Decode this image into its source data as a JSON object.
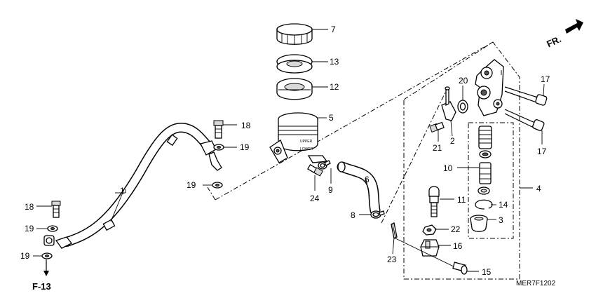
{
  "labels": {
    "p1": "1",
    "p2": "2",
    "p3": "3",
    "p4": "4",
    "p5": "5",
    "p6": "6",
    "p7": "7",
    "p8": "8",
    "p9": "9",
    "p10": "10",
    "p11": "11",
    "p12": "12",
    "p13": "13",
    "p14": "14",
    "p15": "15",
    "p16": "16",
    "p17a": "17",
    "p17b": "17",
    "p18a": "18",
    "p18b": "18",
    "p19a": "19",
    "p19b": "19",
    "p19c": "19",
    "p19d": "19",
    "p20": "20",
    "p21": "21",
    "p22": "22",
    "p23": "23",
    "p24": "24"
  },
  "reference": "F-13",
  "front_marker": "FR.",
  "diagram_code": "MER7F1202",
  "reservoir_upper": "UPPER",
  "reservoir_lower": "LOWER"
}
